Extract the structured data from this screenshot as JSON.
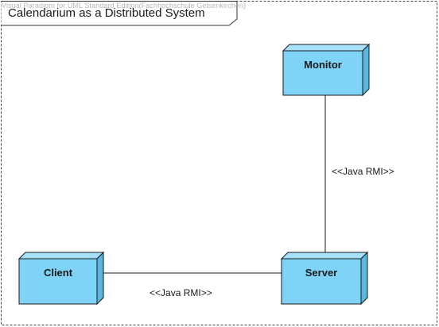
{
  "watermark": "Visual Paradigm for UML Standard Edition(Fachhochschule Gelsenkirchen)",
  "diagram": {
    "title": "Calendarium as a Distributed System",
    "nodes": [
      {
        "id": "monitor",
        "label": "Monitor"
      },
      {
        "id": "client",
        "label": "Client"
      },
      {
        "id": "server",
        "label": "Server"
      }
    ],
    "connections": [
      {
        "from": "monitor",
        "to": "server",
        "label": "<<Java RMI>>"
      },
      {
        "from": "client",
        "to": "server",
        "label": "<<Java RMI>>"
      }
    ]
  },
  "colors": {
    "node_fill": "#7fd3f7",
    "node_side": "#5ab8e0",
    "node_top": "#a6e1fa",
    "stroke": "#1a1a1a",
    "frame": "#333333"
  }
}
